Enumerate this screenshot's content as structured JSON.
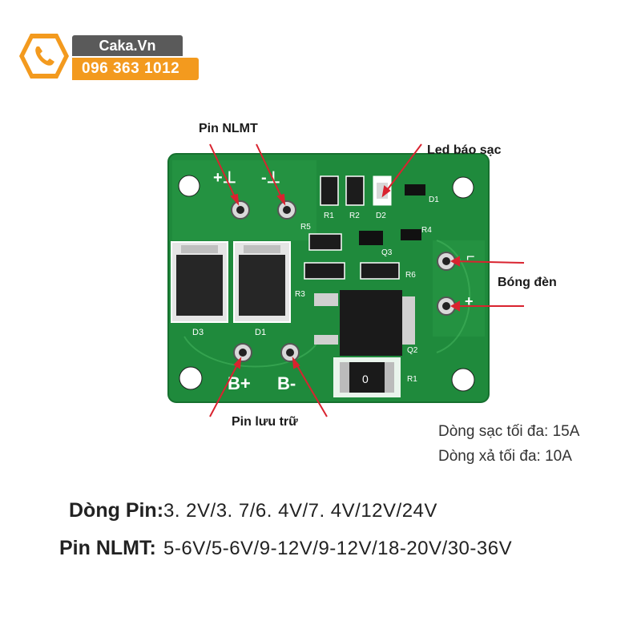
{
  "brand": {
    "name": "Caka.Vn",
    "phone": "096 363 1012",
    "colors": {
      "hex": "#f39a1e",
      "name_bg": "#5a5a5a",
      "phone_bg": "#f39a1e"
    },
    "icon": "phone-icon"
  },
  "board": {
    "color": "#1f8a3c",
    "silkscreen": {
      "solar_plus": "+⊥",
      "solar_minus": "-⊥",
      "batt_plus": "B+",
      "batt_minus": "B-",
      "refs": [
        "R1",
        "R2",
        "D2",
        "D1",
        "R5",
        "R4",
        "Q3",
        "R6",
        "R3",
        "Q2",
        "R1",
        "D3",
        "D1"
      ],
      "inductor_mark": "0"
    }
  },
  "callouts": {
    "solar": "Pin NLMT",
    "led": "Led báo sạc",
    "lamp": "Bóng đèn",
    "battery": "Pin lưu trữ"
  },
  "specs": {
    "charge": "Dòng sạc tối đa: 15A",
    "discharge": "Dòng xả tối đa: 10A"
  },
  "battery_line": {
    "label": "Dòng Pin:",
    "value": "3. 2V/3. 7/6. 4V/7. 4V/12V/24V"
  },
  "solar_line": {
    "label": "Pin NLMT:",
    "value": "5-6V/5-6V/9-12V/9-12V/18-20V/30-36V"
  }
}
